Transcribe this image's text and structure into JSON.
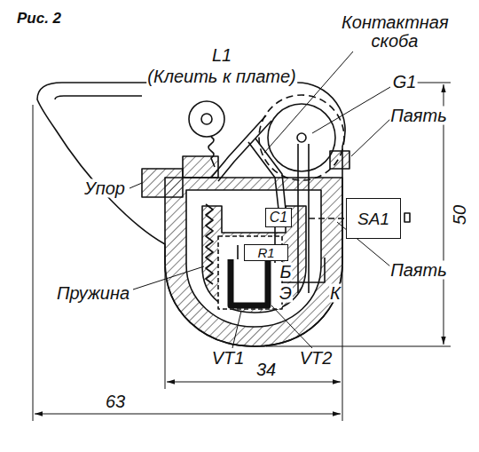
{
  "diagram": {
    "title": "Рис. 2",
    "nodes": [
      {
        "text": [
          "SA1"
        ]
      },
      {
        "text": [
          "C1"
        ]
      },
      {
        "text": [
          "R1"
        ]
      }
    ],
    "labels": [
      "L1",
      "(Клеить к плате)",
      "Контактная скоба",
      "G1",
      "Паять",
      "Упор",
      "Паять",
      "Б",
      "Э",
      "К",
      "Пружина",
      "VT1",
      "VT2",
      "50",
      "34",
      "63"
    ]
  }
}
